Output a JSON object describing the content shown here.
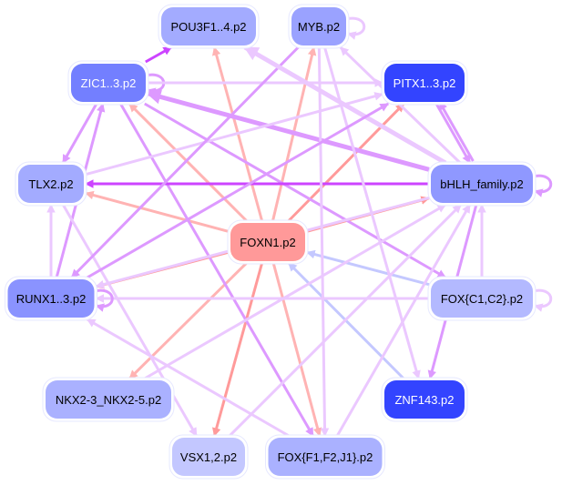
{
  "colors": {
    "foxn1_edge": "#ffb3b3",
    "foxn1_edge_strong": "#ff9a9a",
    "blue_edge": "#c4c8ff",
    "purple_edge": "#dd99ff",
    "purple_edge_light": "#ebc8ff",
    "purple_edge_dark": "#cc44ff"
  },
  "nodes": [
    {
      "id": "POU3F1",
      "label": "POU3F1..4.p2",
      "fill": "#a3abff",
      "text": "#000000"
    },
    {
      "id": "MYB",
      "label": "MYB.p2",
      "fill": "#9aa2ff",
      "text": "#000000"
    },
    {
      "id": "ZIC1",
      "label": "ZIC1..3.p2",
      "fill": "#737fff",
      "text": "#ffffff"
    },
    {
      "id": "PITX1",
      "label": "PITX1..3.p2",
      "fill": "#3344ff",
      "text": "#ffffff"
    },
    {
      "id": "TLX2",
      "label": "TLX2.p2",
      "fill": "#a3abff",
      "text": "#000000"
    },
    {
      "id": "bHLH",
      "label": "bHLH_family.p2",
      "fill": "#8f98ff",
      "text": "#000000"
    },
    {
      "id": "FOXN1",
      "label": "FOXN1.p2",
      "fill": "#ff9999",
      "text": "#000000"
    },
    {
      "id": "RUNX1",
      "label": "RUNX1..3.p2",
      "fill": "#8a93ff",
      "text": "#000000"
    },
    {
      "id": "FOXC1",
      "label": "FOX{C1,C2}.p2",
      "fill": "#b3b9ff",
      "text": "#000000"
    },
    {
      "id": "NKX2",
      "label": "NKX2-3_NKX2-5.p2",
      "fill": "#aab1ff",
      "text": "#000000"
    },
    {
      "id": "ZNF143",
      "label": "ZNF143.p2",
      "fill": "#3344ff",
      "text": "#ffffff"
    },
    {
      "id": "VSX1",
      "label": "VSX1,2.p2",
      "fill": "#c3c7ff",
      "text": "#000000"
    },
    {
      "id": "FOXF1",
      "label": "FOX{F1,F2,J1}.p2",
      "fill": "#aab1ff",
      "text": "#000000"
    }
  ],
  "edges": [
    {
      "from": "FOXN1",
      "to": "POU3F1",
      "color": "foxn1_edge"
    },
    {
      "from": "FOXN1",
      "to": "MYB",
      "color": "foxn1_edge"
    },
    {
      "from": "FOXN1",
      "to": "ZIC1",
      "color": "foxn1_edge"
    },
    {
      "from": "FOXN1",
      "to": "TLX2",
      "color": "foxn1_edge"
    },
    {
      "from": "FOXN1",
      "to": "PITX1",
      "color": "foxn1_edge_strong"
    },
    {
      "from": "FOXN1",
      "to": "bHLH",
      "color": "foxn1_edge_strong"
    },
    {
      "from": "FOXN1",
      "to": "RUNX1",
      "color": "foxn1_edge_strong"
    },
    {
      "from": "FOXN1",
      "to": "NKX2",
      "color": "foxn1_edge"
    },
    {
      "from": "FOXN1",
      "to": "VSX1",
      "color": "foxn1_edge_strong"
    },
    {
      "from": "FOXN1",
      "to": "FOXF1",
      "color": "foxn1_edge"
    },
    {
      "from": "FOXC1",
      "to": "FOXN1",
      "color": "blue_edge"
    },
    {
      "from": "ZNF143",
      "to": "FOXN1",
      "color": "blue_edge"
    },
    {
      "from": "ZIC1",
      "to": "POU3F1",
      "color": "purple_edge_dark"
    },
    {
      "from": "ZIC1",
      "to": "ZIC1",
      "color": "purple_edge"
    },
    {
      "from": "ZIC1",
      "to": "PITX1",
      "color": "purple_edge_light"
    },
    {
      "from": "bHLH",
      "to": "ZIC1",
      "color": "purple_edge",
      "strong": true
    },
    {
      "from": "ZIC1",
      "to": "TLX2",
      "color": "purple_edge"
    },
    {
      "from": "RUNX1",
      "to": "ZIC1",
      "color": "purple_edge"
    },
    {
      "from": "ZIC1",
      "to": "FOXF1",
      "color": "purple_edge"
    },
    {
      "from": "ZIC1",
      "to": "FOXC1",
      "color": "purple_edge"
    },
    {
      "from": "bHLH",
      "to": "TLX2",
      "color": "purple_edge_dark"
    },
    {
      "from": "TLX2",
      "to": "PITX1",
      "color": "purple_edge_light"
    },
    {
      "from": "TLX2",
      "to": "VSX1",
      "color": "purple_edge_light"
    },
    {
      "from": "RUNX1",
      "to": "TLX2",
      "color": "purple_edge_light"
    },
    {
      "from": "bHLH",
      "to": "RUNX1",
      "color": "purple_edge_light"
    },
    {
      "from": "MYB",
      "to": "RUNX1",
      "color": "purple_edge"
    },
    {
      "from": "MYB",
      "to": "MYB",
      "color": "purple_edge_light"
    },
    {
      "from": "MYB",
      "to": "FOXF1",
      "color": "purple_edge_light"
    },
    {
      "from": "MYB",
      "to": "ZNF143",
      "color": "purple_edge_light"
    },
    {
      "from": "bHLH",
      "to": "MYB",
      "color": "purple_edge_light"
    },
    {
      "from": "bHLH",
      "to": "POU3F1",
      "color": "purple_edge_light",
      "strong": true
    },
    {
      "from": "PITX1",
      "to": "bHLH",
      "color": "purple_edge"
    },
    {
      "from": "bHLH",
      "to": "PITX1",
      "color": "purple_edge"
    },
    {
      "from": "bHLH",
      "to": "bHLH",
      "color": "purple_edge"
    },
    {
      "from": "FOXC1",
      "to": "bHLH",
      "color": "purple_edge_light"
    },
    {
      "from": "FOXC1",
      "to": "FOXC1",
      "color": "purple_edge_light"
    },
    {
      "from": "FOXC1",
      "to": "RUNX1",
      "color": "purple_edge_light"
    },
    {
      "from": "RUNX1",
      "to": "RUNX1",
      "color": "purple_edge"
    },
    {
      "from": "FOXF1",
      "to": "RUNX1",
      "color": "purple_edge_light"
    },
    {
      "from": "NKX2",
      "to": "bHLH",
      "color": "purple_edge_light"
    },
    {
      "from": "VSX1",
      "to": "bHLH",
      "color": "purple_edge_light"
    },
    {
      "from": "FOXF1",
      "to": "bHLH",
      "color": "purple_edge_light"
    },
    {
      "from": "bHLH",
      "to": "ZNF143",
      "color": "purple_edge"
    },
    {
      "from": "RUNX1",
      "to": "PITX1",
      "color": "purple_edge"
    }
  ]
}
